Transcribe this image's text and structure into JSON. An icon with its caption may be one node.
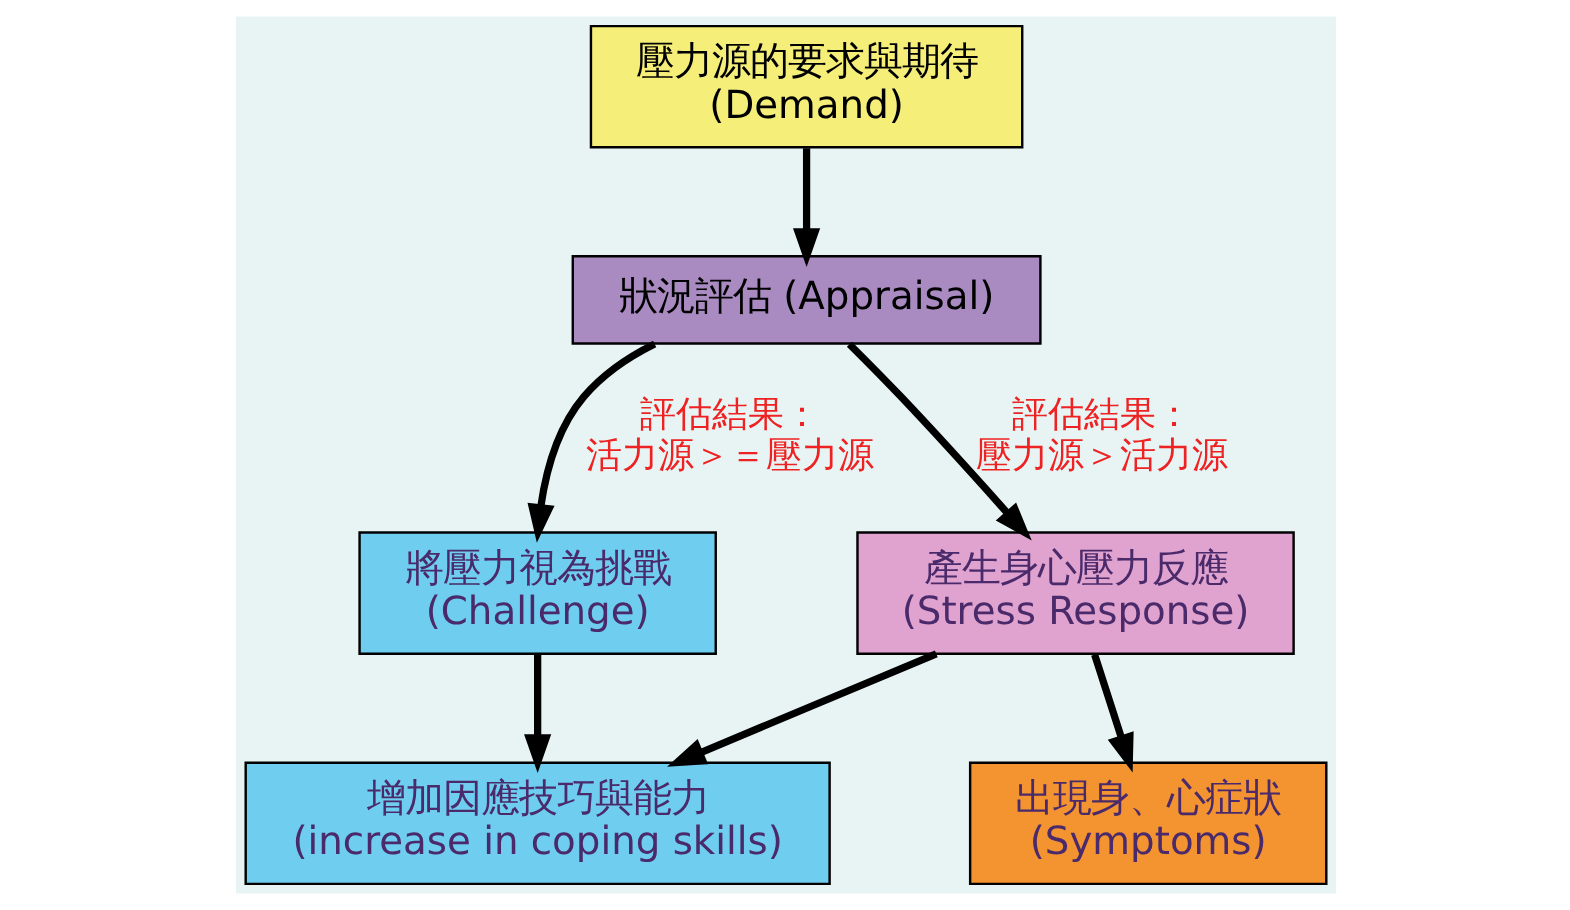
{
  "diagram": {
    "nodes": [
      {
        "text": [
          "壓力源的要求與期待",
          "(Demand)"
        ]
      },
      {
        "text": [
          "狀況評估 (Appraisal)"
        ]
      },
      {
        "text": [
          "將壓力視為挑戰",
          "(Challenge)"
        ]
      },
      {
        "text": [
          "產生身心壓力反應",
          "(Stress Response)"
        ]
      },
      {
        "text": [
          "增加因應技巧與能力",
          "(increase in coping skills)"
        ]
      },
      {
        "text": [
          "出現身、心症狀",
          "(Symptoms)"
        ]
      }
    ],
    "edges": [
      {
        "from": 0,
        "to": 1,
        "arrow": "to"
      },
      {
        "from": 1,
        "to": 2,
        "arrow": "to",
        "label": "評估結果：活力源＞＝壓力源"
      },
      {
        "from": 1,
        "to": 3,
        "arrow": "to",
        "label": "評估結果：壓力源＞活力源"
      },
      {
        "from": 2,
        "to": 4,
        "arrow": "to"
      },
      {
        "from": 3,
        "to": 5,
        "arrow": "to"
      },
      {
        "from": 3,
        "to": 4,
        "arrow": "to"
      }
    ]
  }
}
